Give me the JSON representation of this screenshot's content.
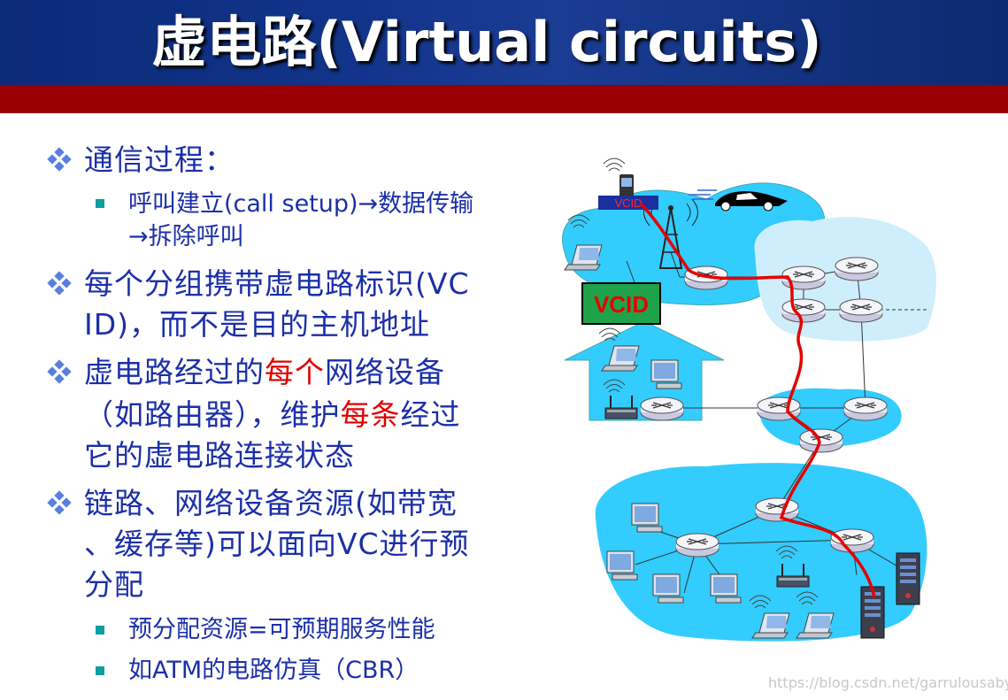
{
  "title": "虚电路(Virtual circuits)",
  "bullets": [
    {
      "text": "通信过程："
    },
    {
      "sub": [
        {
          "line1": "呼叫建立(call  setup)→数据传输",
          "line2": "→拆除呼叫"
        }
      ]
    },
    {
      "line1": "每个分组携带虚电路标识(VC",
      "line2": "ID)，而不是目的主机地址"
    },
    {
      "line1_a": "虚电路经过的",
      "line1_red": "每个",
      "line1_b": "网络设备",
      "line2_a": "（如路由器），维护",
      "line2_red": "每条",
      "line2_b": "经过",
      "line3": "它的虚电路连接状态"
    },
    {
      "line1": "链路、网络设备资源(如带宽",
      "line2": "、缓存等)可以面向VC进行预",
      "line3": "分配",
      "sub": [
        "预分配资源=可预期服务性能",
        "如ATM的电路仿真（CBR）"
      ]
    }
  ],
  "diagram": {
    "label_small": "VCID",
    "label_big": "VCID",
    "colors": {
      "network": "#33ccff",
      "path": "#e60000",
      "label_bg": "#1fa34a"
    }
  },
  "watermark": "https://blog.csdn.net/garrulousabyss"
}
